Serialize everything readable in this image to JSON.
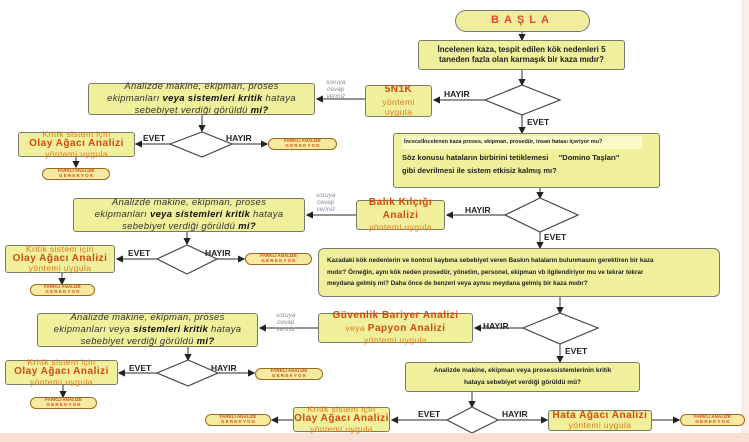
{
  "start": "BAŞLA",
  "q1": {
    "line1": "İncelenen kaza, tespit edilen kök nedenleri 5",
    "line2": "taneden fazla olan karmaşık bir kaza mıdır?"
  },
  "q2": {
    "line1": "İncecelİncelenen kaza proses, ekipman, prosedür, insan hatası içeriyor mu?",
    "line2a": "Söz konusu hataların birbirini tetiklemesi",
    "line2b": "\"Domino Taşları\"",
    "line3": "gibi devrilmesi  ile sistem etkisiz kalmış mı?"
  },
  "q3": {
    "line1": "Kazadaki kök nedenlerin ve kontrol kaybına sebebiyet veren Baskın hataların bulunmasını gerektiren bir kaza",
    "line2": "mıdır?  Örneğin, aynı kök neden prosedür, yönetim, personel, ekipman vb ilgilendiriyor mu ve tekrar tekrar",
    "line3": "meydana gelmiş mi?  Daha önce de benzeri veya aynısı meydana gelmiş bir kaza mıdır?"
  },
  "q4": {
    "line1": "Analizde makine, ekipman veya prosessistemlerinin kritik",
    "line2": "hataya  sebebiyet verdiği görüldü mü?"
  },
  "method_5n1k": {
    "title": "5N1K",
    "l2": "yöntemi",
    "l3": "uygula"
  },
  "method_fishbone": {
    "title1": "Balık Kılçığı",
    "title2": "Analizi",
    "l3": "yöntemi uygula"
  },
  "method_barrier": {
    "title1": "Güvenlik Bariyer Analizi",
    "pre2": "veya",
    "title2": "Papyon Analizi",
    "l3": "yöntemi uygula"
  },
  "method_fta": {
    "title": "Hata Ağacı Analizi",
    "l2": "yöntemi uygula"
  },
  "critical": {
    "q_a": "Analizde makine, ekipman, proses",
    "q_b1": "ekipmanları",
    "q_b2": "veya sistemleri kritik",
    "q_b3": "hataya",
    "q_c1": "sebebiyet verdiği görüldü",
    "q_c2": "mi?"
  },
  "critical3": {
    "q_a": "Analizde makine, ekipman, proses",
    "q_b1": "ekipmanları veya",
    "q_b2": "sistemleri kritik",
    "q_b3": "hataya",
    "q_c1": "sebebiyet verdiği görüldü",
    "q_c2": "mi?"
  },
  "eta": {
    "l1": "Kritik sistem için",
    "l2a": "Olay Ağacı",
    "l2b": "Analizi",
    "l3": "yöntemi uygula"
  },
  "no_need": {
    "l1": "FARKLI ANALİZE",
    "l2": "G E R E K  Y O K"
  },
  "soruya": {
    "l1": "soruya",
    "l2": "cevap",
    "l3": "veriniz"
  },
  "yes": "EVET",
  "no": "HAYIR"
}
